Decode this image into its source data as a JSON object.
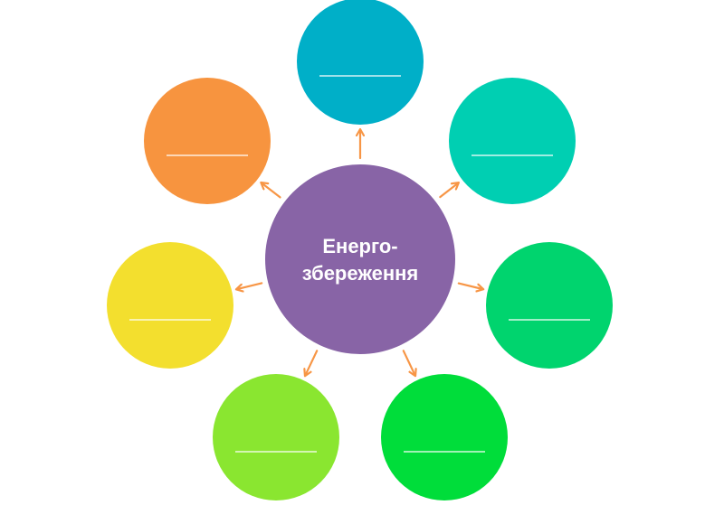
{
  "center": {
    "label_lines": [
      "Енерго-",
      "збереження"
    ],
    "color": "#8864A6"
  },
  "arrow_color": "#F79646",
  "blank_line_color": "#FFFFFF",
  "nodes": [
    {
      "name": "node-top",
      "color": "#00AFC8"
    },
    {
      "name": "node-upper-right",
      "color": "#00CFB2"
    },
    {
      "name": "node-right",
      "color": "#00D46E"
    },
    {
      "name": "node-lower-right",
      "color": "#00DD3A"
    },
    {
      "name": "node-lower-left",
      "color": "#8AE630"
    },
    {
      "name": "node-left",
      "color": "#F3DF2E"
    },
    {
      "name": "node-upper-left",
      "color": "#F7943F"
    }
  ]
}
